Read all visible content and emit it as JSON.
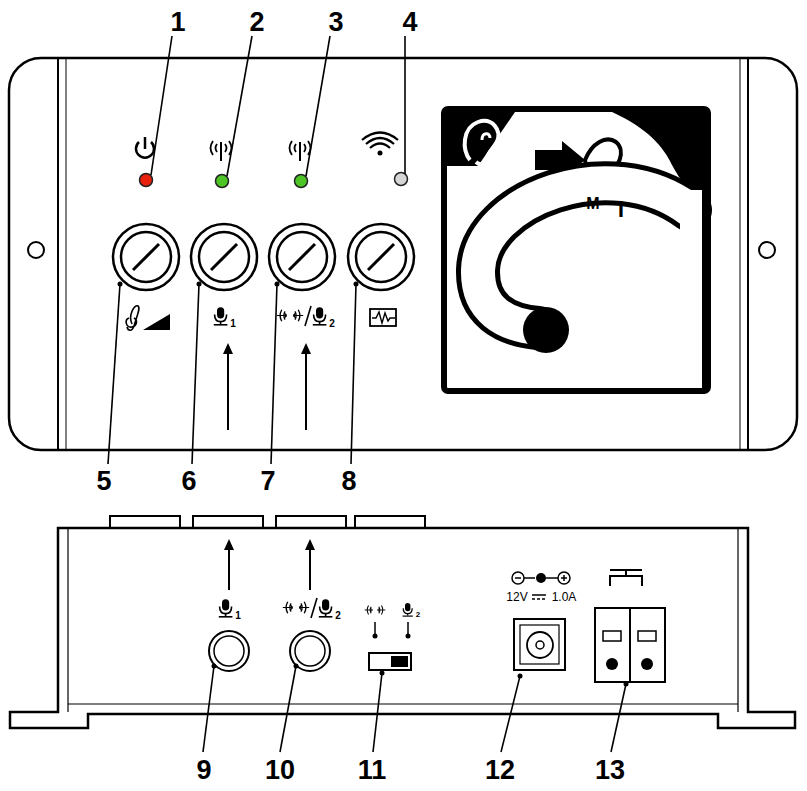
{
  "diagram": {
    "labels": [
      "1",
      "2",
      "3",
      "4",
      "5",
      "6",
      "7",
      "8",
      "T",
      "M",
      "T",
      "1",
      "2",
      "9",
      "10",
      "11",
      "12",
      "13",
      "1",
      "2",
      "2",
      "12V",
      "1.0A"
    ]
  }
}
